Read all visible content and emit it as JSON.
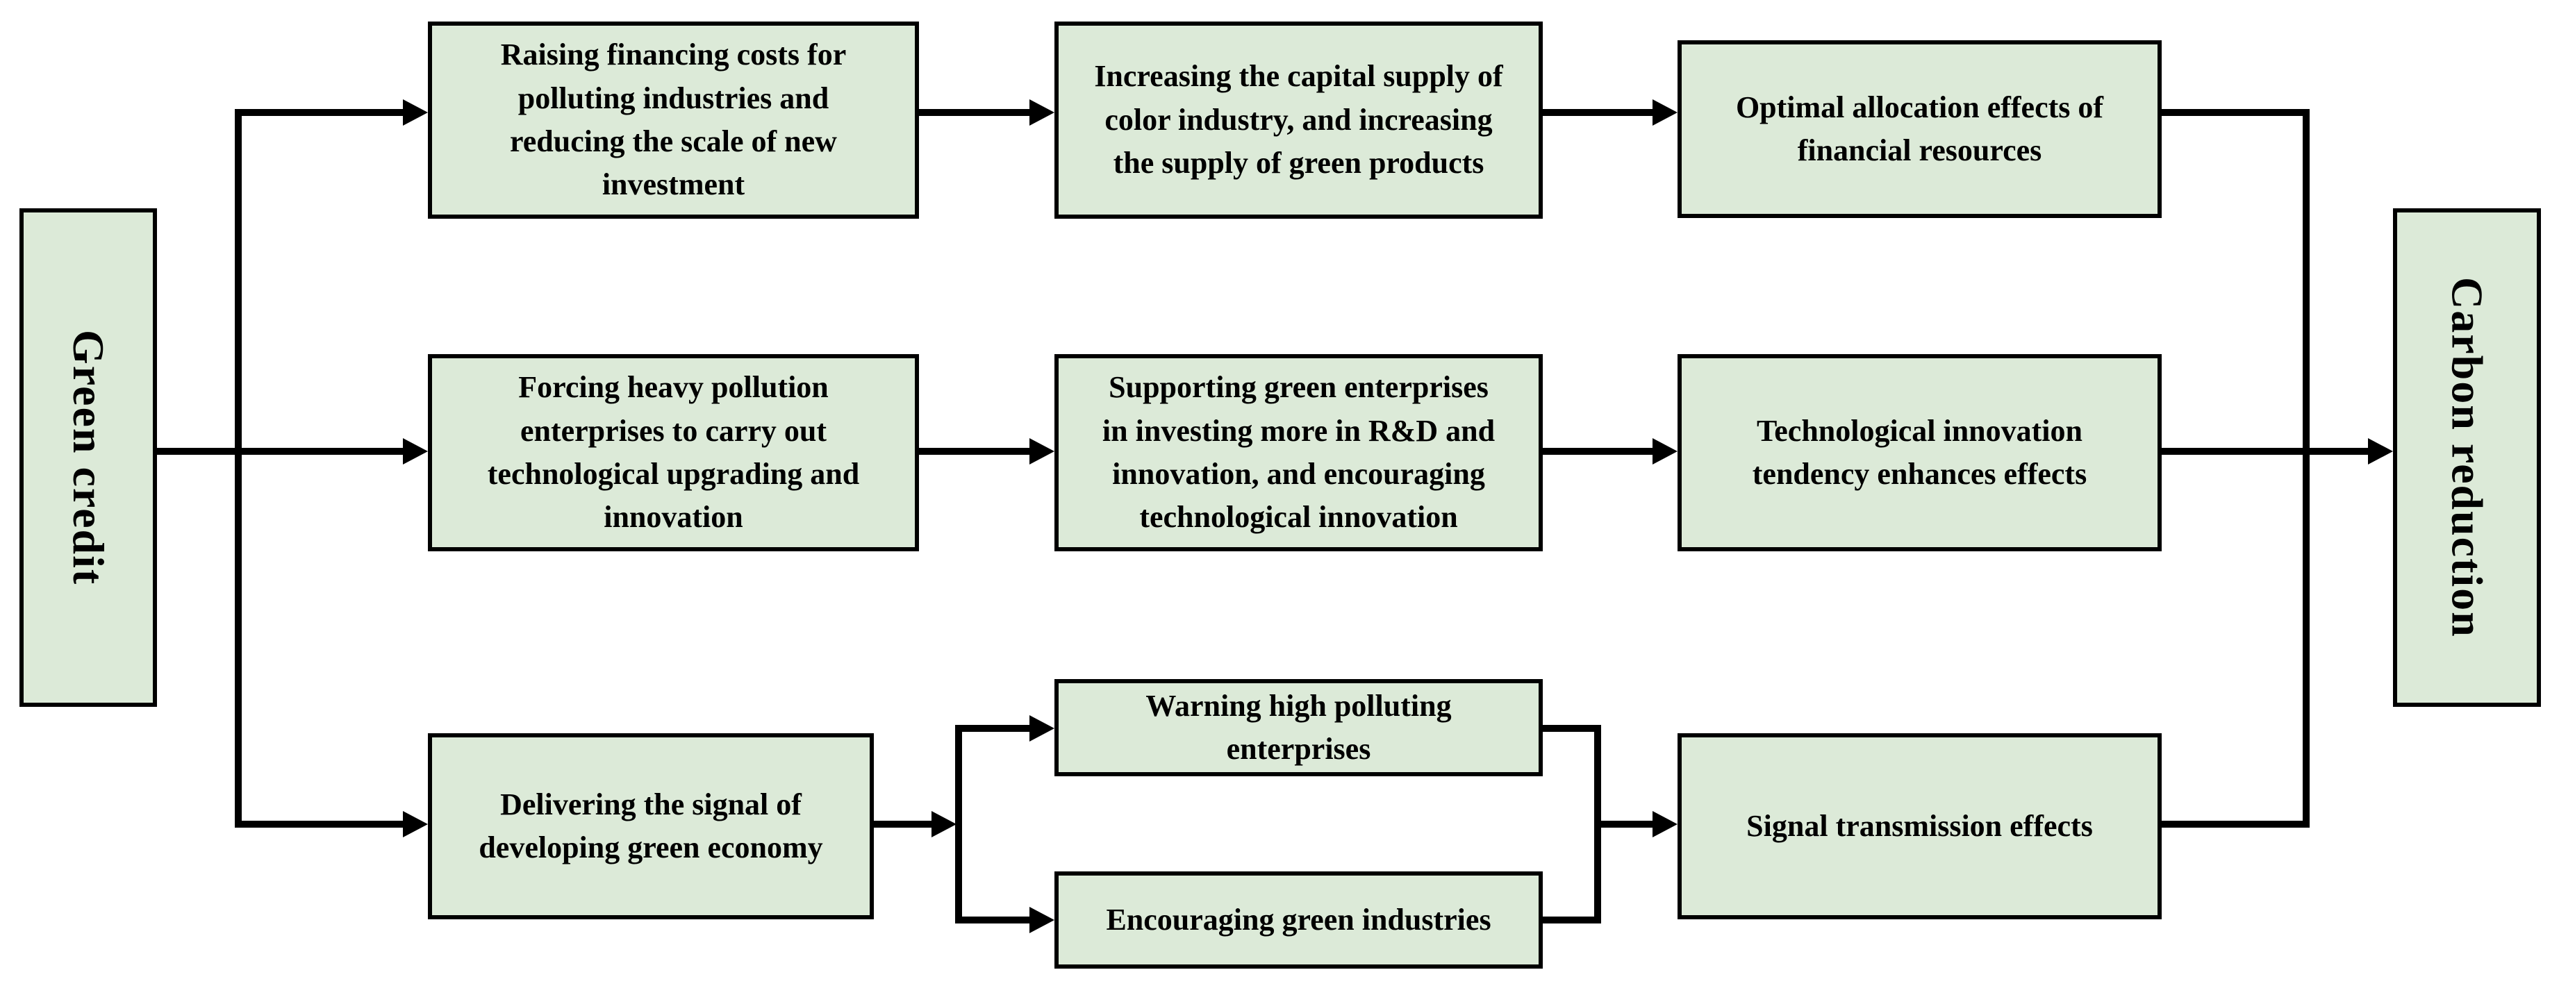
{
  "colors": {
    "background": "#ffffff",
    "box_fill": "#dcead8",
    "box_border": "#000000",
    "connector": "#000000",
    "text": "#000000"
  },
  "nodes": {
    "source": "Green credit",
    "outcome": "Carbon reduction",
    "row1_step1": "Raising financing costs for\npolluting industries and\nreducing the scale of new\ninvestment",
    "row1_step2": "Increasing the capital supply of\ncolor industry, and increasing\nthe supply of green products",
    "row1_effect": "Optimal allocation effects of\nfinancial resources",
    "row2_step1": "Forcing heavy pollution\nenterprises to carry out\ntechnological upgrading and\ninnovation",
    "row2_step2": "Supporting green enterprises\nin investing more in R&D and\ninnovation, and encouraging\ntechnological innovation",
    "row2_effect": "Technological innovation\ntendency enhances effects",
    "row3_step1": "Delivering the signal of\ndeveloping green economy",
    "row3_branch_top": "Warning high polluting\nenterprises",
    "row3_branch_bottom": "Encouraging green industries",
    "row3_effect": "Signal transmission effects"
  }
}
